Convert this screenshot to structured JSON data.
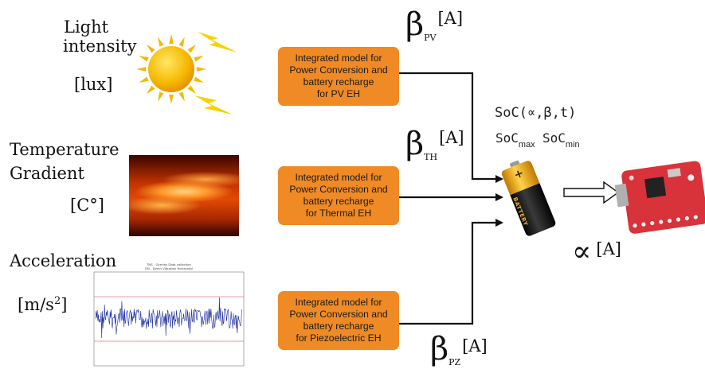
{
  "inputs": {
    "light": {
      "line1": "Light",
      "line2": "intensity",
      "unit": "[lux]"
    },
    "temperature": {
      "line1": "Temperature",
      "line2": "Gradient",
      "unit": "[C°]"
    },
    "acceleration": {
      "line1": "Acceleration",
      "unit_base": "[m/s",
      "unit_exp": "2",
      "unit_close": "]"
    }
  },
  "boxes": {
    "pv": "Integrated model for\nPower Conversion and\nbattery recharge\nfor PV EH",
    "thermal": "Integrated model for\nPower Conversion and\nbattery recharge\nfor Thermal EH",
    "piezo": "Integrated model for\nPower Conversion and\nbattery recharge\nfor Piezoelectric EH"
  },
  "currents": {
    "beta_symbol": "β",
    "pv_sub": "PV",
    "th_sub": "TH",
    "pz_sub": "PZ",
    "unit": "[A]",
    "alpha_symbol": "∝"
  },
  "soc": {
    "formula": "SoC(∝,β,t)",
    "max_label": "SoC",
    "max_sub": "max",
    "min_label": "SoC",
    "min_sub": "min"
  },
  "battery": {
    "label": "BATTERY",
    "plus": "+"
  },
  "vibration_plot": {
    "title_line1": "TNS - Overlay Data collection",
    "title_line2": "EM - Direct Vibration Horizontal"
  },
  "colors": {
    "box": "#f08a24",
    "arrow": "#111111",
    "sun": "#f5b800",
    "board": "#d8323a"
  }
}
